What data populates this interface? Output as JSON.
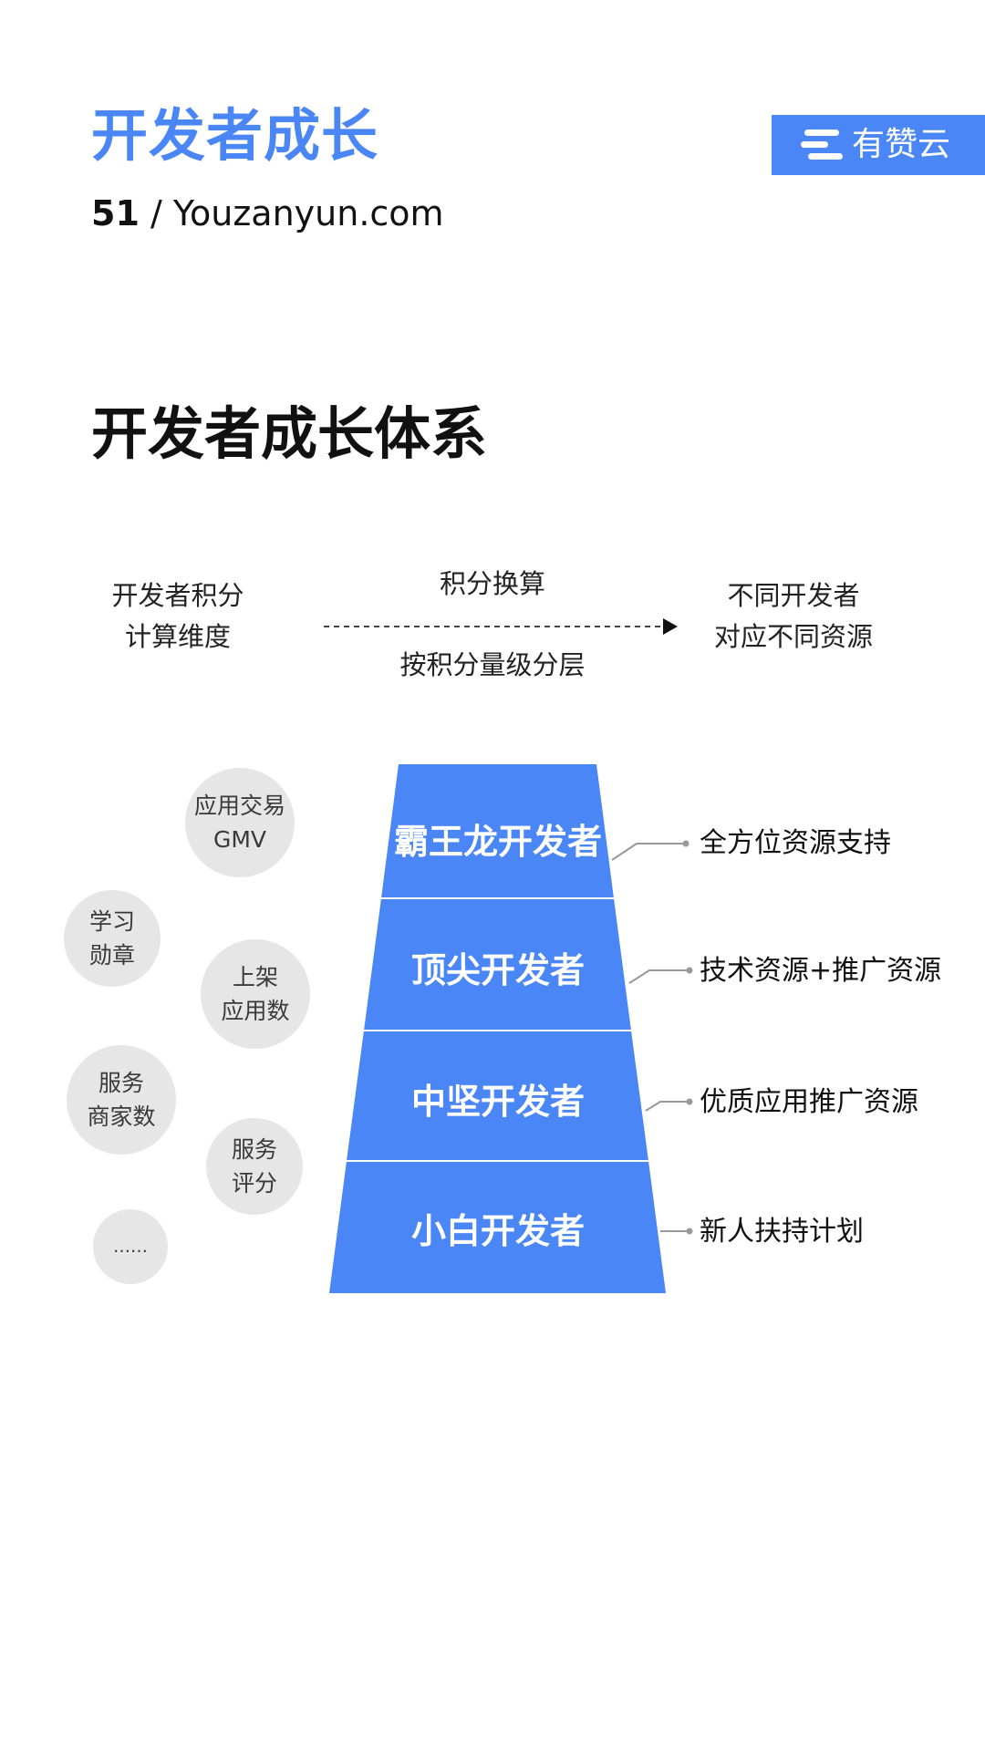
{
  "header": {
    "title": "开发者成长",
    "page_number": "51",
    "separator": " / ",
    "site": "Youzanyun.com"
  },
  "logo": {
    "text": "有赞云",
    "icon": "youzan-logo-icon",
    "color": "#4a86f5"
  },
  "section": {
    "title": "开发者成长体系"
  },
  "flow": {
    "left": [
      "开发者积分",
      "计算维度"
    ],
    "middle_top": "积分换算",
    "middle_bottom": "按积分量级分层",
    "right": [
      "不同开发者",
      "对应不同资源"
    ],
    "arrow_icon": "arrow-right-icon"
  },
  "metrics": [
    [
      "应用交易",
      "GMV"
    ],
    [
      "学习",
      "勋章"
    ],
    [
      "上架",
      "应用数"
    ],
    [
      "服务",
      "商家数"
    ],
    [
      "服务",
      "评分"
    ],
    [
      "……"
    ]
  ],
  "tiers": [
    {
      "name": "霸王龙开发者",
      "resource": "全方位资源支持"
    },
    {
      "name": "顶尖开发者",
      "resource": "技术资源+推广资源"
    },
    {
      "name": "中坚开发者",
      "resource": "优质应用推广资源"
    },
    {
      "name": "小白开发者",
      "resource": "新人扶持计划"
    }
  ],
  "colors": {
    "accent": "#4a86f5",
    "bubble": "#e6e6e6",
    "connector": "#999999"
  }
}
